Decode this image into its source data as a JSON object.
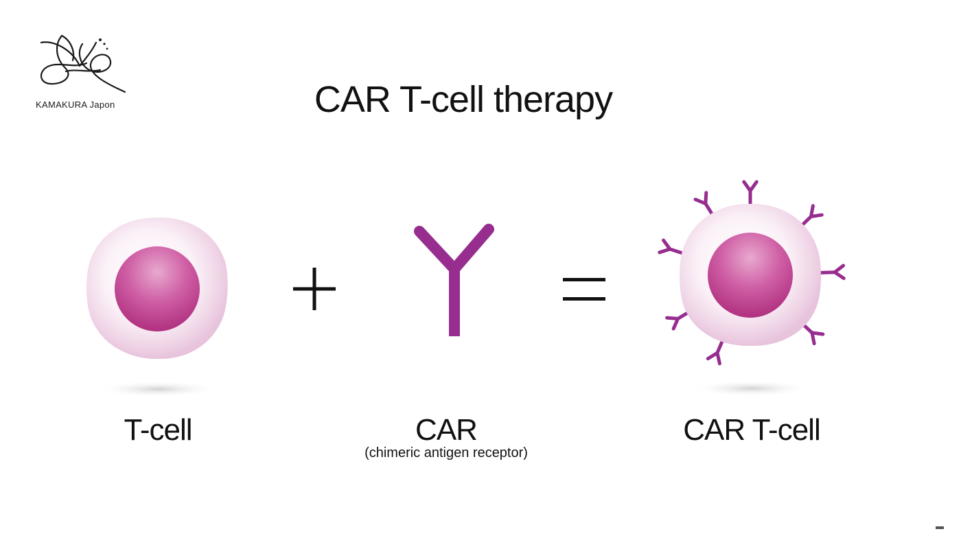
{
  "logo": {
    "text": "KAMAKURA Japon"
  },
  "title": "CAR T-cell therapy",
  "items": [
    {
      "label": "T-cell",
      "sublabel": ""
    },
    {
      "label": "CAR",
      "sublabel": "(chimeric antigen receptor)"
    },
    {
      "label": "CAR T-cell",
      "sublabel": ""
    }
  ],
  "operators": {
    "plus": "+",
    "equals": "="
  },
  "colors": {
    "receptor": "#962d8f",
    "nucleus": "#c2408f",
    "membrane": "#f3dcec",
    "text": "#111111"
  }
}
